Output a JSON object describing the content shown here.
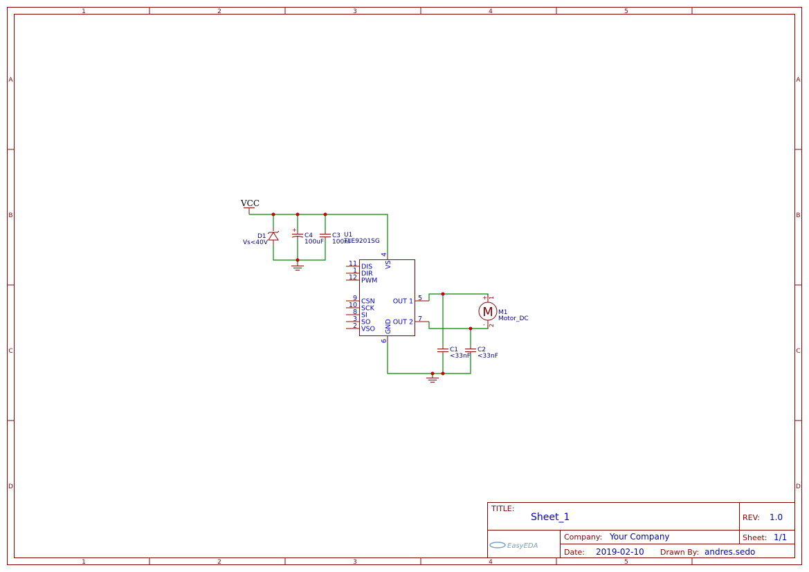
{
  "frame": {
    "columns": [
      "1",
      "2",
      "3",
      "4",
      "5"
    ],
    "rows": [
      "A",
      "B",
      "C",
      "D"
    ]
  },
  "title_block": {
    "title_label": "TITLE:",
    "title_value": "Sheet_1",
    "rev_label": "REV:",
    "rev_value": "1.0",
    "company_label": "Company:",
    "company_value": "Your Company",
    "sheet_label": "Sheet:",
    "sheet_value": "1/1",
    "date_label": "Date:",
    "date_value": "2019-02-10",
    "drawn_label": "Drawn By:",
    "drawn_value": "andres.sedo",
    "logo_text": "EasyEDA"
  },
  "schematic": {
    "power": {
      "vcc": "VCC"
    },
    "d1": {
      "ref": "D1",
      "value": "Vs<40V"
    },
    "c4": {
      "ref": "C4",
      "value": "100uF",
      "polarity": "+"
    },
    "c3": {
      "ref": "C3",
      "value": "100nF"
    },
    "c1": {
      "ref": "C1",
      "value": "<33nF"
    },
    "c2": {
      "ref": "C2",
      "value": "<33nF"
    },
    "u1": {
      "ref": "U1",
      "value": "TLE9201SG",
      "left_pins": [
        {
          "num": "11",
          "name": "DIS"
        },
        {
          "num": "1",
          "name": "DIR"
        },
        {
          "num": "12",
          "name": "PWM"
        },
        {
          "num": "9",
          "name": "CSN"
        },
        {
          "num": "10",
          "name": "SCK"
        },
        {
          "num": "8",
          "name": "SI"
        },
        {
          "num": "3",
          "name": "SO"
        },
        {
          "num": "2",
          "name": "VSO"
        }
      ],
      "top_pin": {
        "num": "4",
        "name": "VS"
      },
      "bottom_pin": {
        "num": "6",
        "name": "GND"
      },
      "right_pins": [
        {
          "num": "5",
          "name": "OUT 1"
        },
        {
          "num": "7",
          "name": "OUT 2"
        }
      ]
    },
    "m1": {
      "ref": "M1",
      "value": "Motor_DC",
      "symbol": "M",
      "pin1": "1",
      "pin2": "2",
      "plus": "+",
      "minus": "-"
    }
  },
  "colors": {
    "frame": "#880000",
    "wire": "#008800",
    "junction": "#cc0000",
    "text": "#0000cc"
  }
}
